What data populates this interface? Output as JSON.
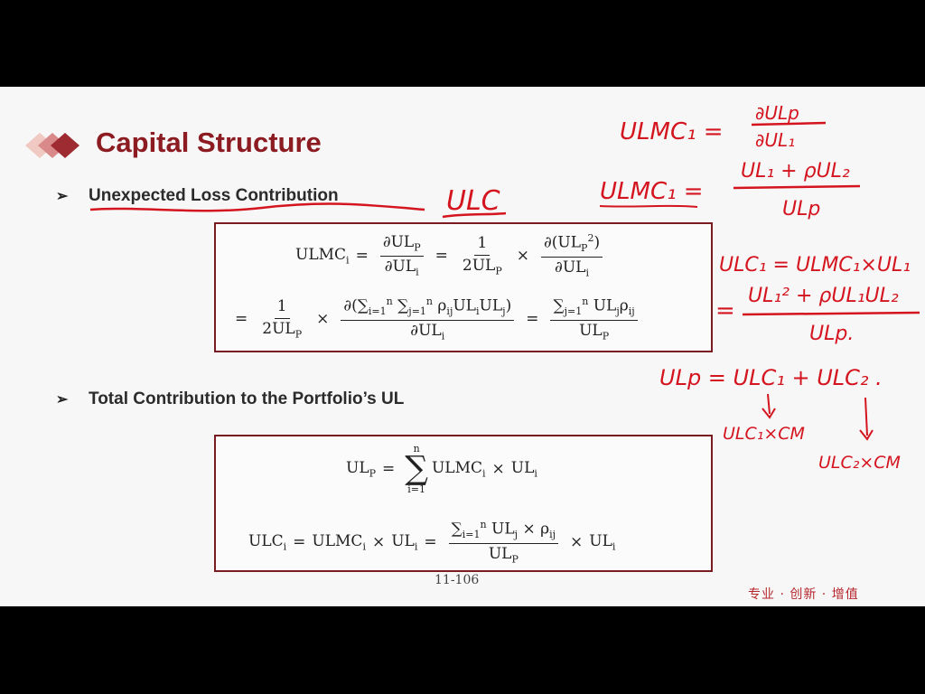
{
  "slide": {
    "title": "Capital Structure",
    "bullet1": "Unexpected Loss Contribution",
    "bullet2": "Total Contribution to the Portfolio’s UL",
    "page_number": "11-106",
    "footer_slogan": "专业 · 创新 · 增值"
  },
  "handwriting": {
    "ulc_label": "ULC",
    "line1": "ULMC₁ =",
    "line1_num": "∂ULp",
    "line1_den": "∂UL₁",
    "line2": "ULMC₁ =",
    "line2_num": "UL₁ + ρUL₂",
    "line2_den": "ULp",
    "line3": "ULC₁ = ULMC₁×UL₁",
    "line4": "=",
    "line4_num": "UL₁² + ρUL₁UL₂",
    "line4_den": "ULp.",
    "line5": "ULp = ULC₁ + ULC₂ .",
    "line6a": "ULC₁×CM",
    "line6b": "ULC₂×CM"
  },
  "colors": {
    "title": "#8c1c22",
    "box_border": "#7a1b22",
    "ink": "#d4141e"
  }
}
